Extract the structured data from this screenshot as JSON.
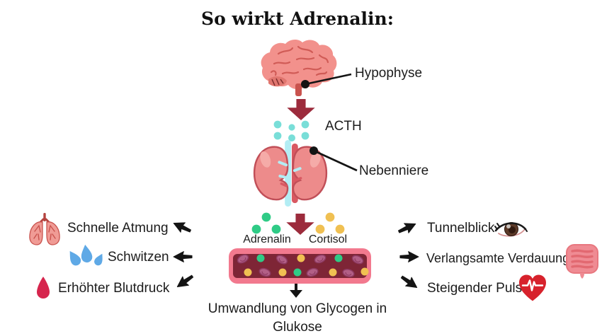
{
  "title": "So wirkt Adrenalin:",
  "center": {
    "hypophyse": "Hypophyse",
    "acth": "ACTH",
    "nebenniere": "Nebenniere",
    "adrenalin": "Adrenalin",
    "cortisol": "Cortisol",
    "conversion_line1": "Umwandlung von Glycogen in",
    "conversion_line2": "Glukose"
  },
  "left_effects": [
    {
      "label": "Schnelle Atmung",
      "icon": "lungs-icon",
      "arrow_direction": "up-left"
    },
    {
      "label": "Schwitzen",
      "icon": "sweat-drops-icon",
      "arrow_direction": "left"
    },
    {
      "label": "Erhöhter Blutdruck",
      "icon": "blood-drop-icon",
      "arrow_direction": "down-left"
    }
  ],
  "right_effects": [
    {
      "label": "Tunnelblick",
      "icon": "eye-icon",
      "arrow_direction": "up-right"
    },
    {
      "label": "Verlangsamte Verdauung",
      "icon": "intestines-icon",
      "arrow_direction": "right"
    },
    {
      "label": "Steigender Puls",
      "icon": "heart-pulse-icon",
      "arrow_direction": "down-right"
    }
  ],
  "colors": {
    "maroon_arrow": "#9C2B3C",
    "acth_dot": "#79DED8",
    "adrenalin_dot": "#2FCB86",
    "cortisol_dot": "#F0C052",
    "vessel_outer": "#F2798E",
    "vessel_inner": "#7E2536",
    "blood_cell": "#B25F86",
    "organ_pink": "#F0938E",
    "sweat_blue": "#5FA9E6",
    "blood_red": "#D6254D",
    "heart_red": "#D7222C"
  }
}
